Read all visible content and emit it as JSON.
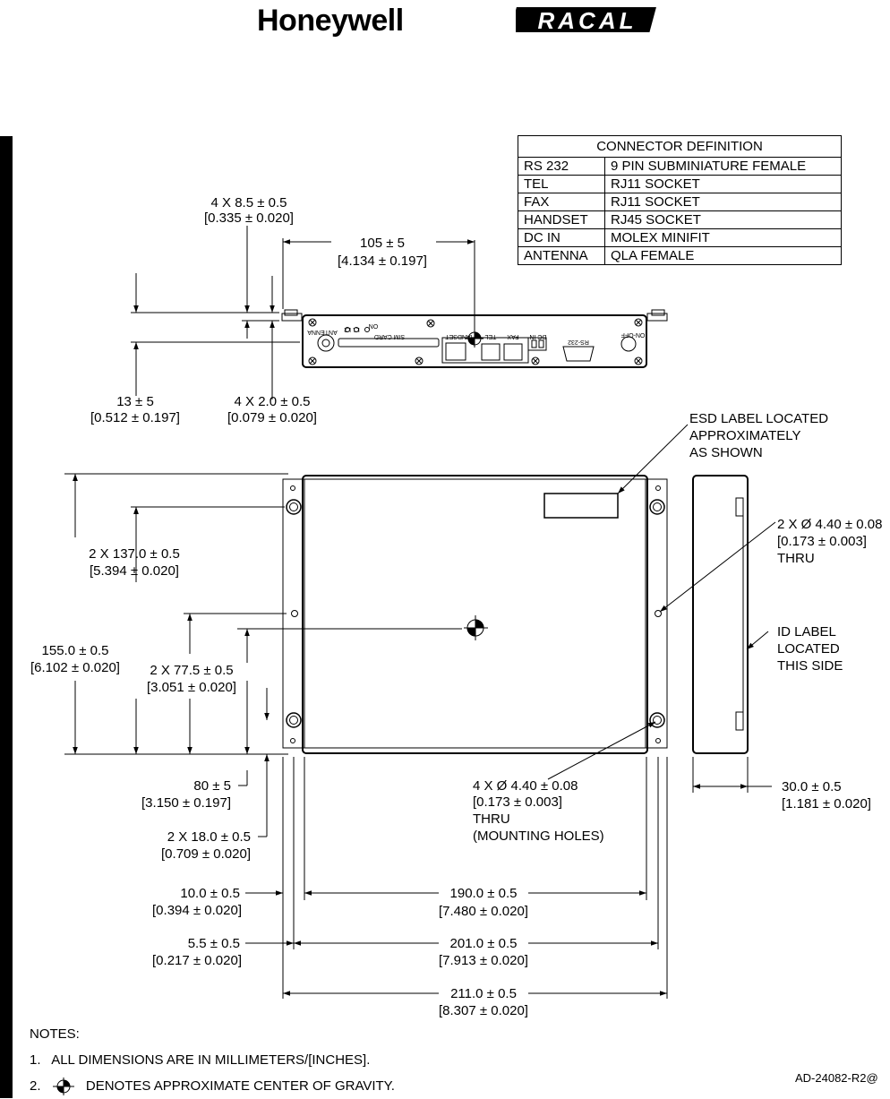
{
  "header": {
    "honeywell_logo": "Honeywell",
    "racal_logo": "RACAL"
  },
  "connector_table": {
    "title": "CONNECTOR DEFINITION",
    "rows": [
      {
        "connector": "RS 232",
        "definition": "9 PIN SUBMINIATURE FEMALE"
      },
      {
        "connector": "TEL",
        "definition": "RJ11 SOCKET"
      },
      {
        "connector": "FAX",
        "definition": "RJ11 SOCKET"
      },
      {
        "connector": "HANDSET",
        "definition": "RJ45 SOCKET"
      },
      {
        "connector": "DC IN",
        "definition": "MOLEX MINIFIT"
      },
      {
        "connector": "ANTENNA",
        "definition": "QLA FEMALE"
      }
    ]
  },
  "front_view": {
    "panel_labels": {
      "antenna": "ANTENNA",
      "l1_l2": "L1 L2",
      "on": "ON",
      "sim_card": "SIM CARD",
      "handset": "HANDSET",
      "tel": "TEL",
      "fax": "FAX",
      "dc_in": "DC IN",
      "rs232": "RS-232",
      "on_off": "ON-OFF"
    },
    "dims": {
      "hole_edge_mm": "4 X 8.5 ± 0.5",
      "hole_edge_in": "[0.335 ± 0.020]",
      "antenna_offset_mm": "105 ± 5",
      "antenna_offset_in": "[4.134 ± 0.197]",
      "antenna_height_mm": "13 ± 5",
      "antenna_height_in": "[0.512 ± 0.197]",
      "flange_mm": "4 X 2.0 ± 0.5",
      "flange_in": "[0.079 ± 0.020]"
    }
  },
  "plan_view": {
    "esd_label": [
      "ESD LABEL LOCATED",
      "APPROXIMATELY",
      "AS SHOWN"
    ],
    "hole_callout_side": [
      "2 X Ø 4.40 ± 0.08",
      "[0.173 ± 0.003]",
      "THRU"
    ],
    "id_label": [
      "ID LABEL",
      "LOCATED",
      "THIS SIDE"
    ],
    "hole_callout_mount": [
      "4 X Ø 4.40 ± 0.08",
      "[0.173 ± 0.003]",
      "THRU",
      "(MOUNTING HOLES)"
    ],
    "dims": {
      "height_mm": "155.0 ± 0.5",
      "height_in": "[6.102 ± 0.020]",
      "hole_span_mm": "2 X 137.0 ± 0.5",
      "hole_span_in": "[5.394 ± 0.020]",
      "half_height_mm": "2 X 77.5 ± 0.5",
      "half_height_in": "[3.051 ± 0.020]",
      "cg_y_mm": "80 ± 5",
      "cg_y_in": "[3.150 ± 0.197]",
      "hole_edge_mm": "2 X 18.0 ± 0.5",
      "hole_edge_in": "[0.709 ± 0.020]",
      "flange_left_mm": "10.0 ± 0.5",
      "flange_left_in": "[0.394 ± 0.020]",
      "body_width_mm": "190.0 ± 0.5",
      "body_width_in": "[7.480 ± 0.020]",
      "hole_left_mm": "5.5 ± 0.5",
      "hole_left_in": "[0.217 ± 0.020]",
      "hole_width_mm": "201.0 ± 0.5",
      "hole_width_in": "[7.913 ± 0.020]",
      "overall_width_mm": "211.0 ± 0.5",
      "overall_width_in": "[8.307 ± 0.020]",
      "depth_mm": "30.0 ± 0.5",
      "depth_in": "[1.181 ± 0.020]"
    }
  },
  "notes": {
    "heading": "NOTES:",
    "n1_num": "1.",
    "n1_text": "ALL DIMENSIONS ARE IN MILLIMETERS/[INCHES].",
    "n2_num": "2.",
    "n2_text": "DENOTES APPROXIMATE CENTER OF GRAVITY."
  },
  "document_id": "AD-24082-R2@"
}
